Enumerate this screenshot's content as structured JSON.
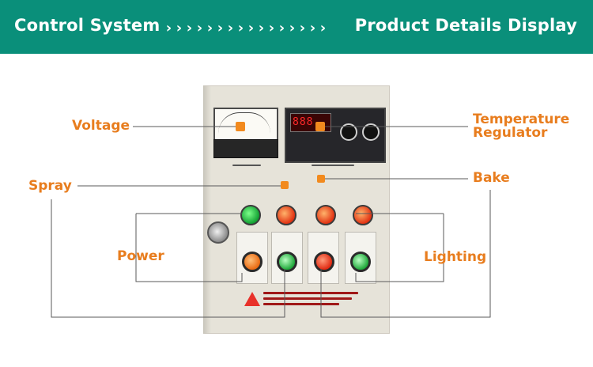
{
  "header": {
    "left_title": "Control System",
    "right_title": "Product Details Display",
    "chevron_count": 16,
    "chevron_glyph": "›",
    "background_color": "#0a8f7a"
  },
  "callouts": {
    "voltage": "Voltage",
    "temperature_line1": "Temperature",
    "temperature_line2": "Regulator",
    "spray": "Spray",
    "bake": "Bake",
    "power": "Power",
    "lighting": "Lighting",
    "label_color": "#e87d1e"
  },
  "panel": {
    "regulator_display": "888"
  }
}
